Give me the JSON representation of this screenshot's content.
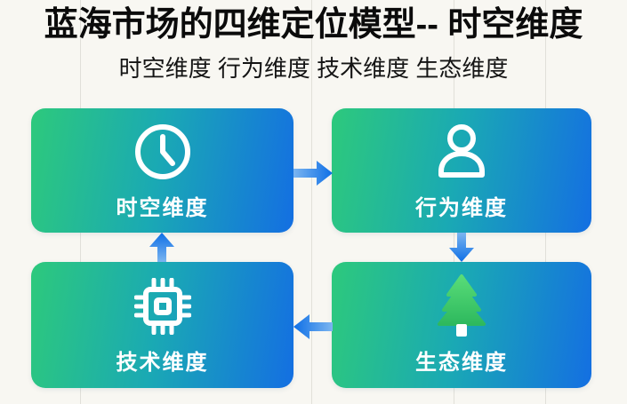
{
  "title": "蓝海市场的四维定位模型-- 时空维度",
  "subtitle": "时空维度 行为维度 技术维度 生态维度",
  "nodes": [
    {
      "label": "时空维度",
      "icon": "clock-icon",
      "position": "top-left"
    },
    {
      "label": "行为维度",
      "icon": "person-icon",
      "position": "top-right"
    },
    {
      "label": "技术维度",
      "icon": "chip-icon",
      "position": "bottom-left"
    },
    {
      "label": "生态维度",
      "icon": "tree-icon",
      "position": "bottom-right"
    }
  ],
  "flow": [
    {
      "from": "时空维度",
      "to": "行为维度",
      "direction": "right"
    },
    {
      "from": "行为维度",
      "to": "生态维度",
      "direction": "down"
    },
    {
      "from": "生态维度",
      "to": "技术维度",
      "direction": "left"
    },
    {
      "from": "技术维度",
      "to": "时空维度",
      "direction": "up"
    }
  ],
  "colors": {
    "background": "#f8f7f2",
    "title_text": "#0b0b0b",
    "node_gradient_start": "#2dc97c",
    "node_gradient_mid": "#1aa9b4",
    "node_gradient_end": "#146fe2",
    "node_text": "#ffffff",
    "arrow_light": "#7bb5f0",
    "arrow_dark": "#0e6fe6",
    "tree_green_light": "#58dc78",
    "tree_green_dark": "#2eb95e"
  }
}
